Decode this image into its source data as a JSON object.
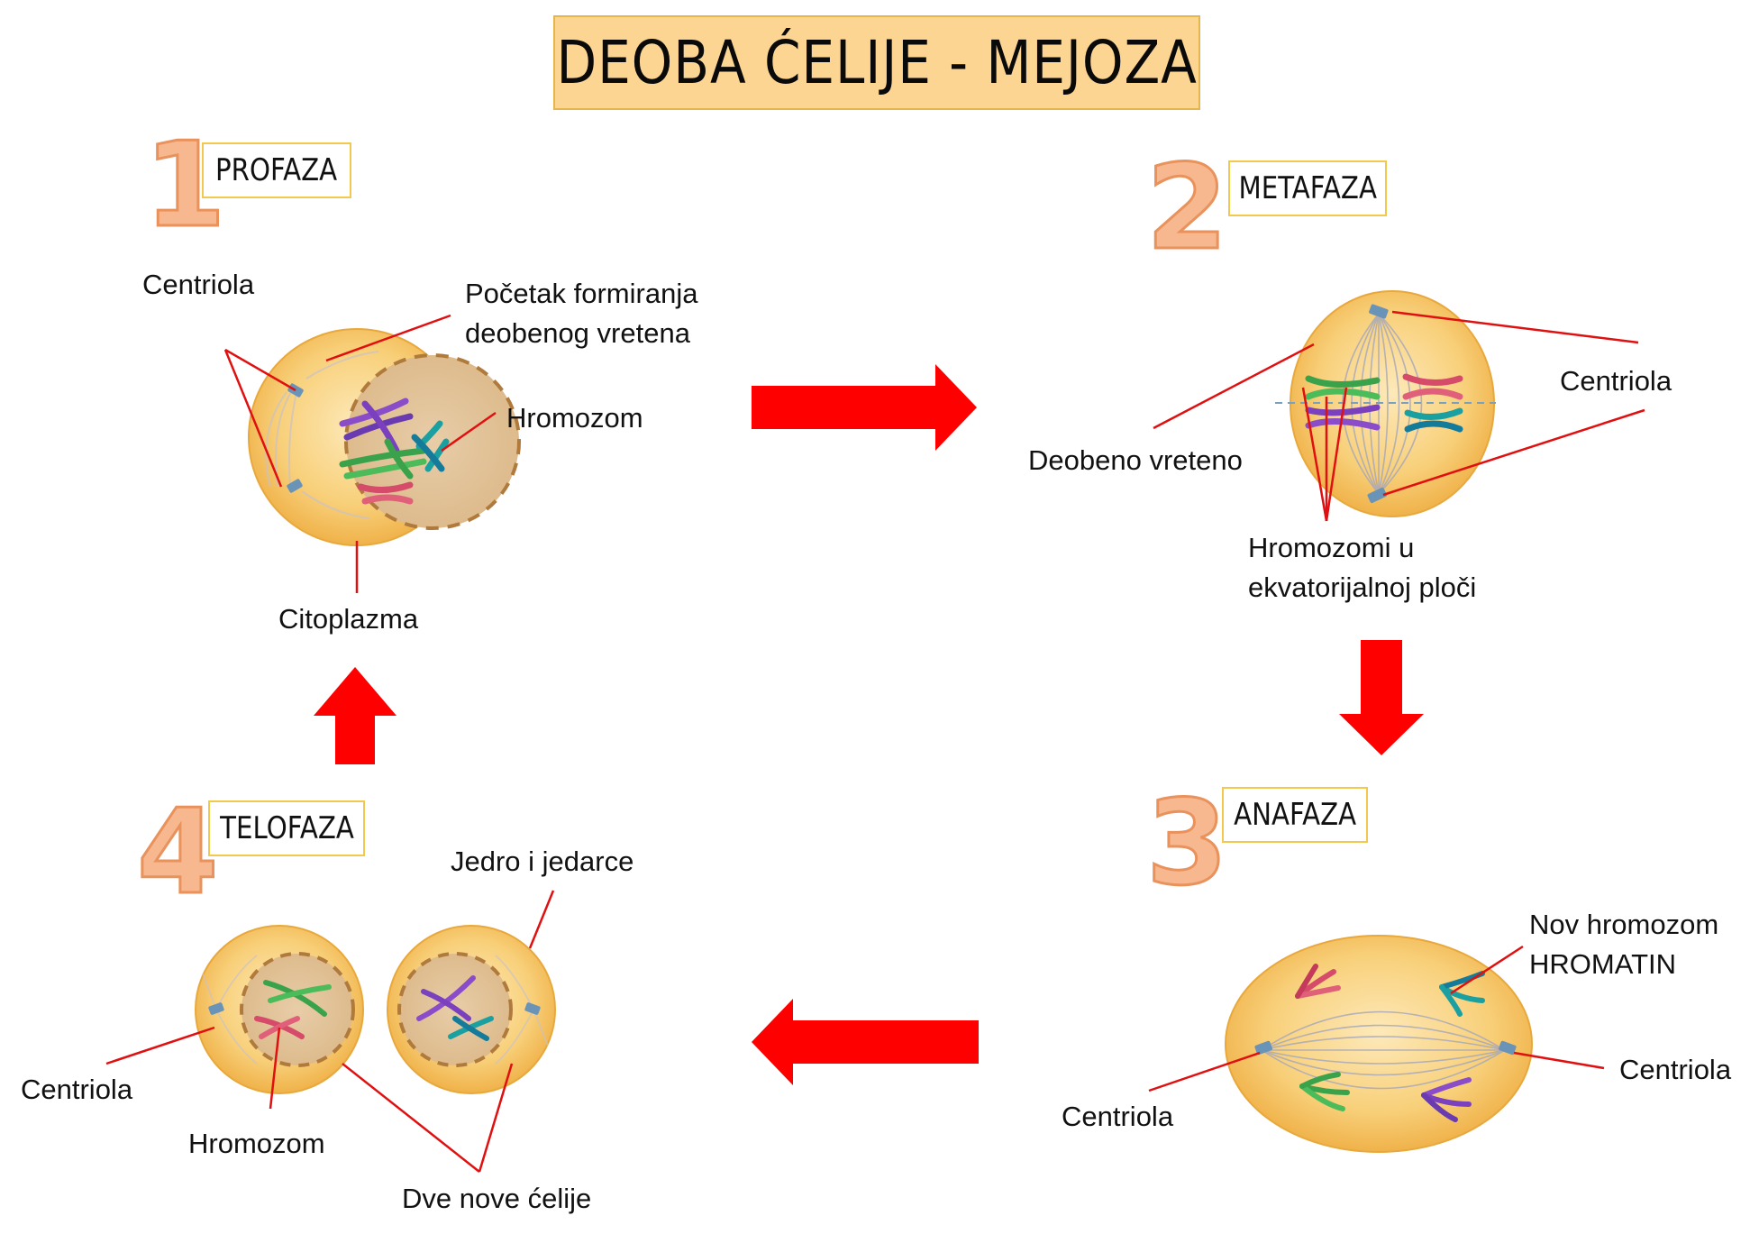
{
  "title": "DEOBA ĆELIJE - MEJOZA",
  "colors": {
    "arrow": "#ff0000",
    "pointer_line": "#e01010",
    "title_fill": "#fcd592",
    "phase_number": "#f7b78f",
    "cell_fill": "#f7c866"
  },
  "phases": [
    {
      "number": "1",
      "name": "PROFAZA",
      "labels": {
        "centriola": "Centriola",
        "spindle_start_1": "Početak formiranja",
        "spindle_start_2": "deobenog vretena",
        "chromosome": "Hromozom",
        "cytoplasm": "Citoplazma"
      }
    },
    {
      "number": "2",
      "name": "METAFAZA",
      "labels": {
        "centriola": "Centriola",
        "spindle": "Deobeno vreteno",
        "chromosomes_1": "Hromozomi u",
        "chromosomes_2": "ekvatorijalnoj ploči"
      }
    },
    {
      "number": "3",
      "name": "ANAFAZA",
      "labels": {
        "new_chromosome_1": "Nov hromozom",
        "new_chromosome_2": "HROMATIN",
        "centriola_right": "Centriola",
        "centriola_left": "Centriola"
      }
    },
    {
      "number": "4",
      "name": "TELOFAZA",
      "labels": {
        "nucleus": "Jedro i jedarce",
        "centriola": "Centriola",
        "chromosome": "Hromozom",
        "two_cells": "Dve nove ćelije"
      }
    }
  ],
  "flow_arrows": [
    "right",
    "down",
    "left",
    "up"
  ]
}
